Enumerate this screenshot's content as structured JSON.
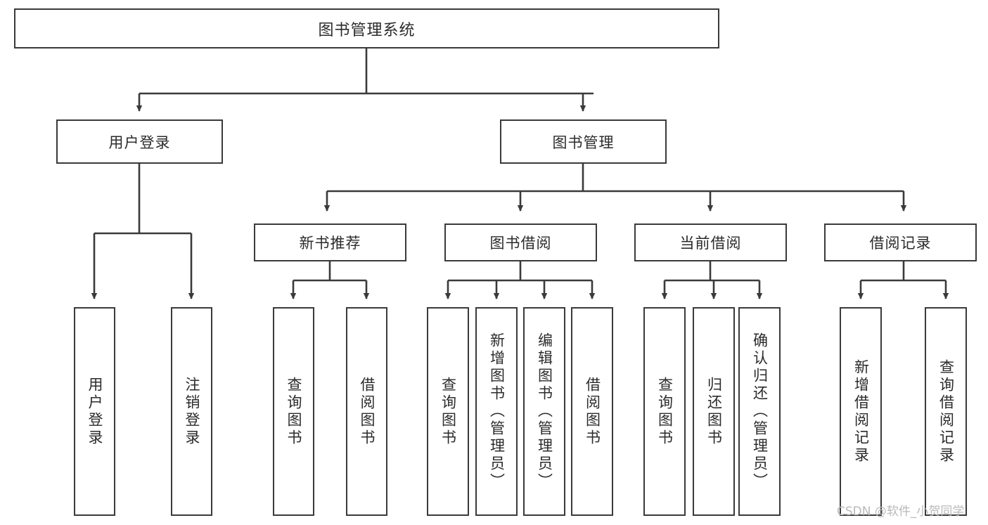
{
  "diagram": {
    "type": "tree-hierarchy",
    "title": "图书管理系统",
    "orientation": "top-down",
    "watermark": "CSDN @软件_小贺同学",
    "colors": {
      "stroke": "#3a3a3a",
      "fill": "#ffffff",
      "text": "#2b2b2b",
      "watermark": "#b9b9b9"
    },
    "levels": {
      "root": [
        "图书管理系统"
      ],
      "level2": [
        "用户登录",
        "图书管理"
      ],
      "level3": [
        "新书推荐",
        "图书借阅",
        "当前借阅",
        "借阅记录"
      ],
      "leaves": [
        "用户登录",
        "注销登录",
        "查询图书",
        "借阅图书",
        "查询图书",
        "新增图书（管理员）",
        "编辑图书（管理员）",
        "借阅图书",
        "查询图书",
        "归还图书",
        "确认归还（管理员）",
        "新增借阅记录",
        "查询借阅记录"
      ]
    },
    "nodes": {
      "root": {
        "label": "图书管理系统"
      },
      "user_login": {
        "label": "用户登录"
      },
      "book_manage": {
        "label": "图书管理"
      },
      "new_book_rec": {
        "label": "新书推荐"
      },
      "book_borrow": {
        "label": "图书借阅"
      },
      "current_borrow": {
        "label": "当前借阅"
      },
      "borrow_record": {
        "label": "借阅记录"
      },
      "leaf_user_login": {
        "label": "用户登录"
      },
      "leaf_logout": {
        "label": "注销登录"
      },
      "leaf_query_book_a": {
        "label": "查询图书"
      },
      "leaf_borrow_book_a": {
        "label": "借阅图书"
      },
      "leaf_query_book_b": {
        "label": "查询图书"
      },
      "leaf_add_book": {
        "label": "新增图书（管理员）"
      },
      "leaf_edit_book": {
        "label": "编辑图书（管理员）"
      },
      "leaf_borrow_book_b": {
        "label": "借阅图书"
      },
      "leaf_query_book_c": {
        "label": "查询图书"
      },
      "leaf_return_book": {
        "label": "归还图书"
      },
      "leaf_confirm_return": {
        "label": "确认归还（管理员）"
      },
      "leaf_add_record": {
        "label": "新增借阅记录"
      },
      "leaf_query_record": {
        "label": "查询借阅记录"
      }
    }
  }
}
